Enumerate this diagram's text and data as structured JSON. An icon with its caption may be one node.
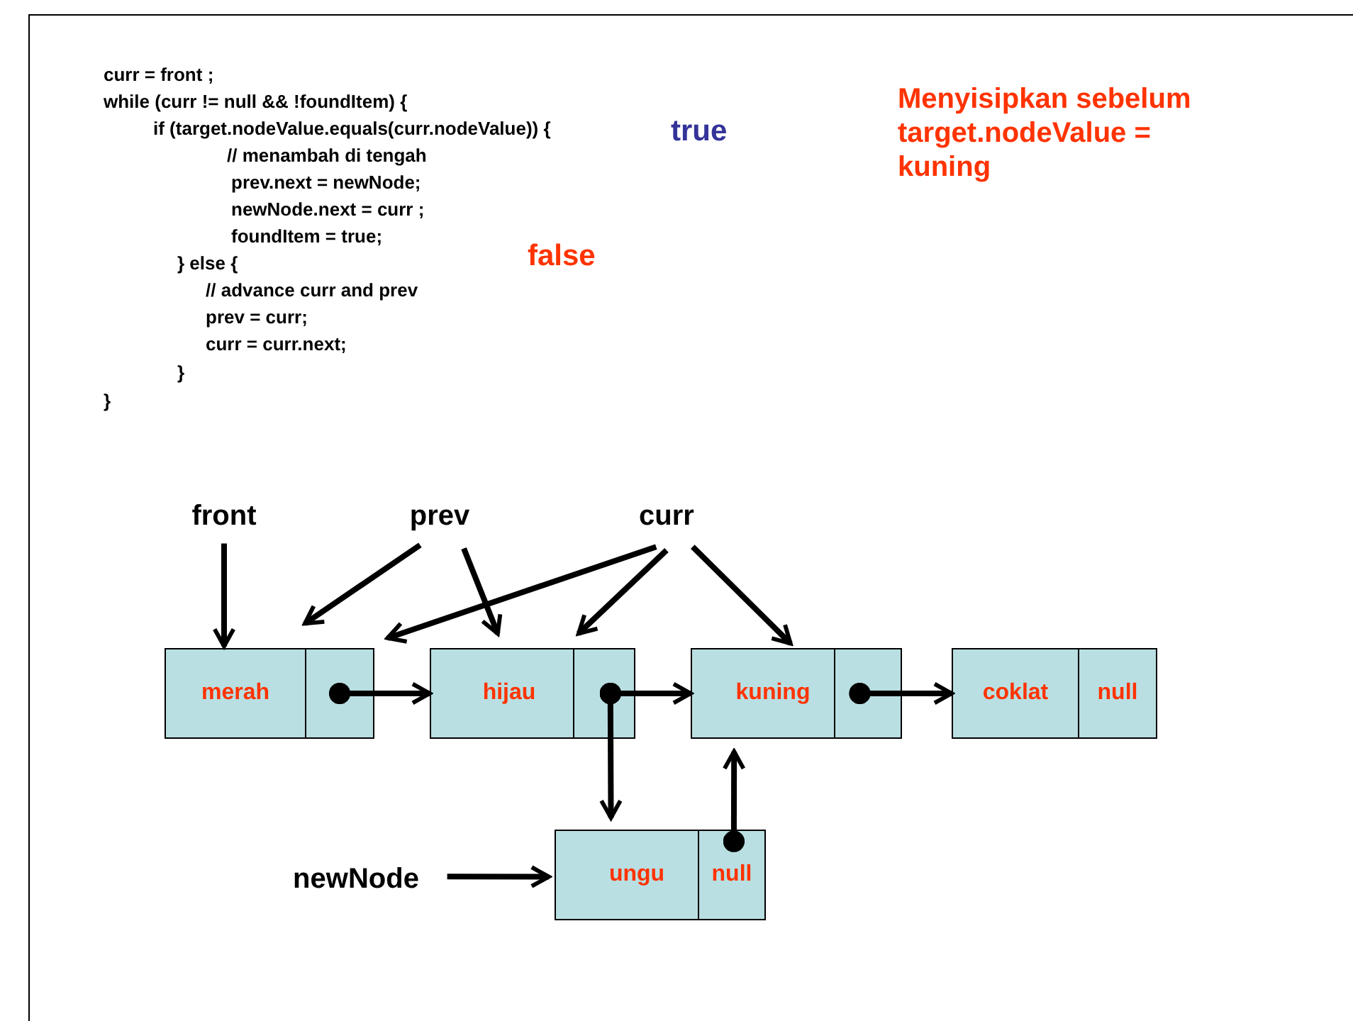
{
  "diagram": {
    "title": "Menyisipkan sebelum target.nodeValue = kuning",
    "nodes": [
      {
        "text": [
          "front"
        ]
      },
      {
        "text": [
          "prev"
        ]
      },
      {
        "text": [
          "curr"
        ]
      },
      {
        "text": [
          "merah"
        ]
      },
      {
        "text": [],
        "shape": "box"
      },
      {
        "text": [
          "hijau"
        ]
      },
      {
        "text": [],
        "shape": "box"
      },
      {
        "text": [
          "kuning"
        ]
      },
      {
        "text": [],
        "shape": "box"
      },
      {
        "text": [
          "coklat"
        ]
      },
      {
        "text": [
          "null"
        ]
      },
      {
        "text": [
          "ungu"
        ]
      },
      {
        "text": [
          "null"
        ]
      },
      {
        "text": [
          "newNode"
        ]
      }
    ],
    "edges": [
      {
        "from": 0,
        "to": 3,
        "arrow": "to"
      },
      {
        "from": 1,
        "to": 4,
        "arrow": "to"
      },
      {
        "from": 1,
        "to": 5,
        "arrow": "to"
      },
      {
        "from": 2,
        "to": 4,
        "arrow": "to"
      },
      {
        "from": 2,
        "to": 6,
        "arrow": "to"
      },
      {
        "from": 2,
        "to": 7,
        "arrow": "to"
      },
      {
        "from": 4,
        "to": 5,
        "arrow": "to"
      },
      {
        "from": 6,
        "to": 7,
        "arrow": "to"
      },
      {
        "from": 8,
        "to": 9,
        "arrow": "to"
      },
      {
        "from": 6,
        "to": 11,
        "arrow": "to"
      },
      {
        "from": 12,
        "to": 7,
        "arrow": "to"
      },
      {
        "from": 13,
        "to": 11,
        "arrow": "to"
      }
    ],
    "labels": [
      "curr = front ;",
      "while (curr != null && !foundItem) {",
      "if (target.nodeValue.equals(curr.nodeValue)) {",
      "// menambah di tengah",
      "prev.next = newNode;",
      "newNode.next = curr ;",
      "foundItem = true;",
      "} else {",
      "// advance curr and prev",
      "prev = curr;",
      "curr = curr.next;",
      "}",
      "}",
      "true",
      "false"
    ]
  }
}
